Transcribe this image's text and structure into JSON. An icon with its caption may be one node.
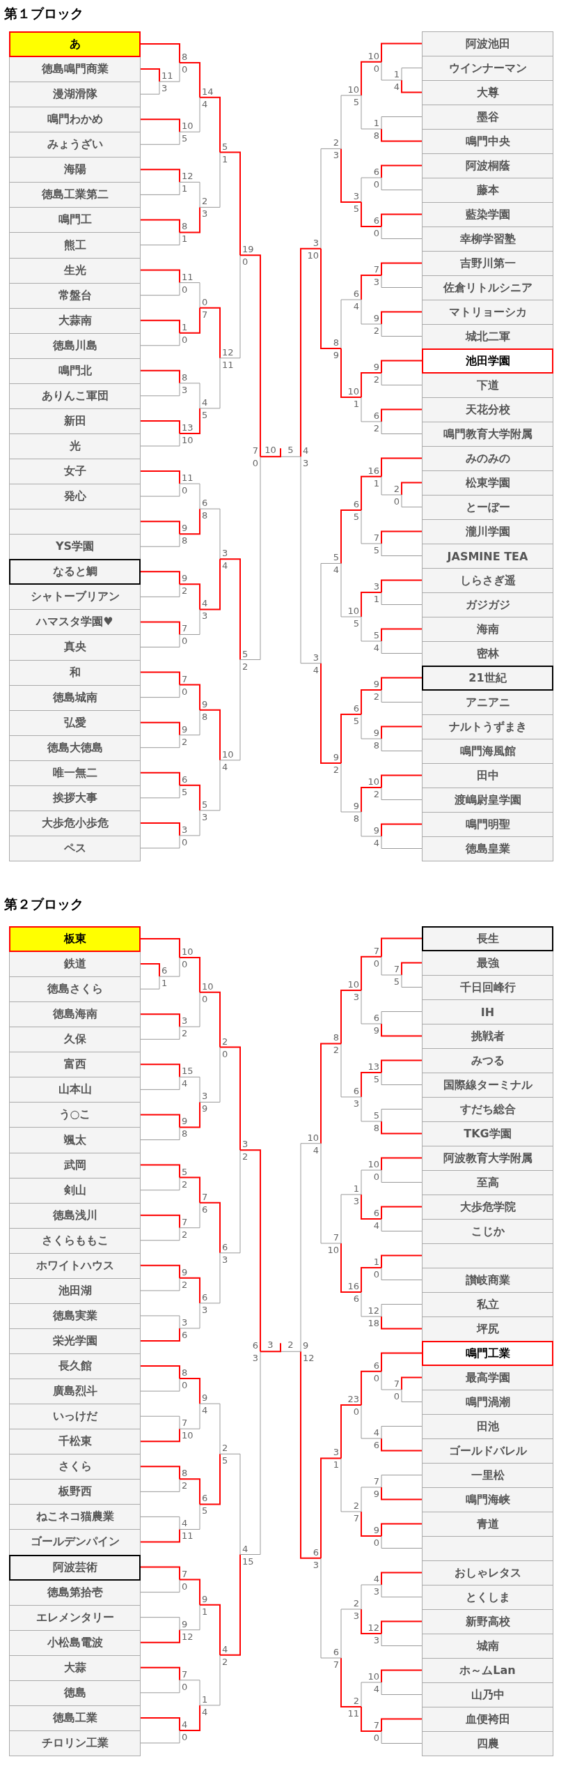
{
  "diagram": {
    "nodes": [
      {
        "text": [
          "あ"
        ]
      },
      {
        "text": [
          "徳島鳴門商業"
        ]
      },
      {
        "text": [
          "漫湖滑隊"
        ]
      },
      {
        "text": [
          "鳴門わかめ"
        ]
      },
      {
        "text": [
          "みょうざい"
        ]
      },
      {
        "text": [
          "海陽"
        ]
      },
      {
        "text": [
          "徳島工業第二"
        ]
      },
      {
        "text": [
          "鳴門工"
        ]
      },
      {
        "text": [
          "熊工"
        ]
      },
      {
        "text": [
          "生光"
        ]
      },
      {
        "text": [
          "常盤台"
        ]
      },
      {
        "text": [
          "大蒜南"
        ]
      },
      {
        "text": [
          "徳島川島"
        ]
      },
      {
        "text": [
          "鳴門北"
        ]
      },
      {
        "text": [
          "ありんこ軍団"
        ]
      },
      {
        "text": [
          "新田"
        ]
      },
      {
        "text": [
          "光"
        ]
      },
      {
        "text": [
          "女子"
        ]
      },
      {
        "text": [
          "発心"
        ]
      },
      {
        "text": [],
        "shape": "box"
      },
      {
        "text": [
          "YS学園"
        ]
      },
      {
        "text": [
          "なると鯛"
        ]
      },
      {
        "text": [
          "シャトーブリアン"
        ]
      },
      {
        "text": [
          "ハマスタ学園♥"
        ]
      },
      {
        "text": [
          "真央"
        ]
      },
      {
        "text": [
          "和"
        ]
      },
      {
        "text": [
          "徳島城南"
        ]
      },
      {
        "text": [
          "弘愛"
        ]
      },
      {
        "text": [
          "徳島大徳島"
        ]
      },
      {
        "text": [
          "唯一無二"
        ]
      },
      {
        "text": [
          "挨拶大事"
        ]
      },
      {
        "text": [
          "大歩危小歩危"
        ]
      },
      {
        "text": [
          "ペス"
        ]
      },
      {
        "text": [
          "阿波池田"
        ]
      },
      {
        "text": [
          "ウインナーマン"
        ]
      },
      {
        "text": [
          "大尊"
        ]
      },
      {
        "text": [
          "墨谷"
        ]
      },
      {
        "text": [
          "鳴門中央"
        ]
      },
      {
        "text": [
          "阿波桐蔭"
        ]
      },
      {
        "text": [
          "藤本"
        ]
      },
      {
        "text": [
          "藍染学園"
        ]
      },
      {
        "text": [
          "幸柳学習塾"
        ]
      },
      {
        "text": [
          "吉野川第一"
        ]
      },
      {
        "text": [
          "佐倉リトルシニア"
        ]
      },
      {
        "text": [
          "マトリョーシカ"
        ]
      },
      {
        "text": [
          "城北二軍"
        ]
      },
      {
        "text": [
          "池田学園"
        ]
      },
      {
        "text": [
          "下道"
        ]
      },
      {
        "text": [
          "天花分校"
        ]
      },
      {
        "text": [
          "鳴門教育大学附属"
        ]
      },
      {
        "text": [
          "みのみの"
        ]
      },
      {
        "text": [
          "松東学園"
        ]
      },
      {
        "text": [
          "とーぼー"
        ]
      },
      {
        "text": [
          "瀧川学園"
        ]
      },
      {
        "text": [
          "JASMINE TEA"
        ]
      },
      {
        "text": [
          "しらさぎ遥"
        ]
      },
      {
        "text": [
          "ガジガジ"
        ]
      },
      {
        "text": [
          "海南"
        ]
      },
      {
        "text": [
          "密林"
        ]
      },
      {
        "text": [
          "21世紀"
        ]
      },
      {
        "text": [
          "アニアニ"
        ]
      },
      {
        "text": [
          "ナルトうずまき"
        ]
      },
      {
        "text": [
          "鳴門海風館"
        ]
      },
      {
        "text": [
          "田中"
        ]
      },
      {
        "text": [
          "渡嶋尉皇学園"
        ]
      },
      {
        "text": [
          "鳴門明聖"
        ]
      },
      {
        "text": [
          "徳島皇業"
        ]
      },
      {
        "text": [
          "板東"
        ]
      },
      {
        "text": [
          "鉄道"
        ]
      },
      {
        "text": [
          "徳島さくら"
        ]
      },
      {
        "text": [
          "徳島海南"
        ]
      },
      {
        "text": [
          "久保"
        ]
      },
      {
        "text": [
          "富西"
        ]
      },
      {
        "text": [
          "山本山"
        ]
      },
      {
        "text": [
          "う○こ"
        ]
      },
      {
        "text": [
          "颯太"
        ]
      },
      {
        "text": [
          "武岡"
        ]
      },
      {
        "text": [
          "剣山"
        ]
      },
      {
        "text": [
          "徳島浅川"
        ]
      },
      {
        "text": [
          "さくらももこ"
        ]
      },
      {
        "text": [
          "ホワイトハウス"
        ]
      },
      {
        "text": [
          "池田湖"
        ]
      },
      {
        "text": [
          "徳島実業"
        ]
      },
      {
        "text": [
          "栄光学園"
        ]
      },
      {
        "text": [
          "長久館"
        ]
      },
      {
        "text": [
          "廣島烈斗"
        ]
      },
      {
        "text": [
          "いっけだ"
        ]
      },
      {
        "text": [
          "千松東"
        ]
      },
      {
        "text": [
          "さくら"
        ]
      },
      {
        "text": [
          "板野西"
        ]
      },
      {
        "text": [
          "ねこネコ猫農業"
        ]
      },
      {
        "text": [
          "ゴールデンパイン"
        ]
      },
      {
        "text": [
          "阿波芸術"
        ]
      },
      {
        "text": [
          "徳島第拾壱"
        ]
      },
      {
        "text": [
          "エレメンタリー"
        ]
      },
      {
        "text": [
          "小松島電波"
        ]
      },
      {
        "text": [
          "大蒜"
        ]
      },
      {
        "text": [
          "徳島"
        ]
      },
      {
        "text": [
          "徳島工業"
        ]
      },
      {
        "text": [
          "チロリン工業"
        ]
      },
      {
        "text": [
          "長生"
        ]
      },
      {
        "text": [
          "最強"
        ]
      },
      {
        "text": [
          "千日回峰行"
        ]
      },
      {
        "text": [
          "IH"
        ]
      },
      {
        "text": [
          "挑戦者"
        ]
      },
      {
        "text": [
          "みつる"
        ]
      },
      {
        "text": [
          "国際線ターミナル"
        ]
      },
      {
        "text": [
          "すだち総合"
        ]
      },
      {
        "text": [
          "TKG学園"
        ]
      },
      {
        "text": [
          "阿波教育大学附属"
        ]
      },
      {
        "text": [
          "至高"
        ]
      },
      {
        "text": [
          "大歩危学院"
        ]
      },
      {
        "text": [
          "こじか"
        ]
      },
      {
        "text": [],
        "shape": "box"
      },
      {
        "text": [
          "讃岐商業"
        ]
      },
      {
        "text": [
          "私立"
        ]
      },
      {
        "text": [
          "坪尻"
        ]
      },
      {
        "text": [
          "鳴門工業"
        ]
      },
      {
        "text": [
          "最高学園"
        ]
      },
      {
        "text": [
          "鳴門渦潮"
        ]
      },
      {
        "text": [
          "田池"
        ]
      },
      {
        "text": [
          "ゴールドバレル"
        ]
      },
      {
        "text": [
          "一里松"
        ]
      },
      {
        "text": [
          "鳴門海峡"
        ]
      },
      {
        "text": [
          "青道"
        ]
      },
      {
        "text": [],
        "shape": "box"
      },
      {
        "text": [
          "おしゃレタス"
        ]
      },
      {
        "text": [
          "とくしま"
        ]
      },
      {
        "text": [
          "新野高校"
        ]
      },
      {
        "text": [
          "城南"
        ]
      },
      {
        "text": [
          "ホ～ムLan"
        ]
      },
      {
        "text": [
          "山乃中"
        ]
      },
      {
        "text": [
          "血便袴田"
        ]
      },
      {
        "text": [
          "四農"
        ]
      }
    ],
    "labels": [
      "第１ブロック",
      "11",
      "3",
      "8",
      "0",
      "10",
      "5",
      "14",
      "4",
      "12",
      "1",
      "8",
      "1",
      "2",
      "3",
      "5",
      "1",
      "11",
      "0",
      "1",
      "0",
      "0",
      "7",
      "8",
      "3",
      "13",
      "10",
      "4",
      "5",
      "12",
      "11",
      "19",
      "0",
      "11",
      "0",
      "9",
      "8",
      "6",
      "8",
      "9",
      "2",
      "7",
      "0",
      "4",
      "3",
      "3",
      "4",
      "7",
      "0",
      "9",
      "2",
      "9",
      "8",
      "6",
      "5",
      "3",
      "0",
      "5",
      "3",
      "10",
      "4",
      "5",
      "2",
      "7",
      "0",
      "1",
      "4",
      "10",
      "0",
      "1",
      "8",
      "10",
      "5",
      "6",
      "0",
      "6",
      "0",
      "3",
      "5",
      "2",
      "3",
      "7",
      "3",
      "9",
      "2",
      "6",
      "4",
      "9",
      "2",
      "6",
      "2",
      "10",
      "1",
      "8",
      "9",
      "3",
      "10",
      "2",
      "0",
      "16",
      "1",
      "7",
      "5",
      "6",
      "5",
      "3",
      "1",
      "5",
      "4",
      "10",
      "5",
      "5",
      "4",
      "9",
      "2",
      "9",
      "8",
      "6",
      "5",
      "10",
      "2",
      "9",
      "4",
      "9",
      "8",
      "9",
      "2",
      "3",
      "4",
      "4",
      "3",
      "10",
      "5",
      "第２ブロック",
      "6",
      "1",
      "10",
      "0",
      "3",
      "2",
      "10",
      "0",
      "15",
      "4",
      "9",
      "8",
      "3",
      "9",
      "2",
      "0",
      "5",
      "2",
      "7",
      "2",
      "7",
      "6",
      "9",
      "2",
      "3",
      "6",
      "6",
      "3",
      "6",
      "3",
      "3",
      "2",
      "8",
      "0",
      "7",
      "10",
      "9",
      "4",
      "8",
      "2",
      "4",
      "11",
      "6",
      "5",
      "2",
      "5",
      "7",
      "0",
      "9",
      "12",
      "9",
      "1",
      "7",
      "0",
      "4",
      "0",
      "1",
      "4",
      "4",
      "2",
      "4",
      "15",
      "6",
      "3",
      "7",
      "5",
      "7",
      "0",
      "6",
      "9",
      "10",
      "3",
      "13",
      "5",
      "5",
      "8",
      "6",
      "3",
      "8",
      "2",
      "10",
      "0",
      "6",
      "4",
      "1",
      "3",
      "1",
      "0",
      "12",
      "18",
      "16",
      "6",
      "7",
      "10",
      "10",
      "4",
      "7",
      "0",
      "6",
      "0",
      "4",
      "6",
      "23",
      "0",
      "7",
      "9",
      "9",
      "0",
      "2",
      "7",
      "3",
      "1",
      "4",
      "3",
      "12",
      "3",
      "2",
      "3",
      "10",
      "4",
      "7",
      "0",
      "2",
      "11",
      "6",
      "7",
      "6",
      "3",
      "9",
      "12",
      "3",
      "2"
    ]
  }
}
